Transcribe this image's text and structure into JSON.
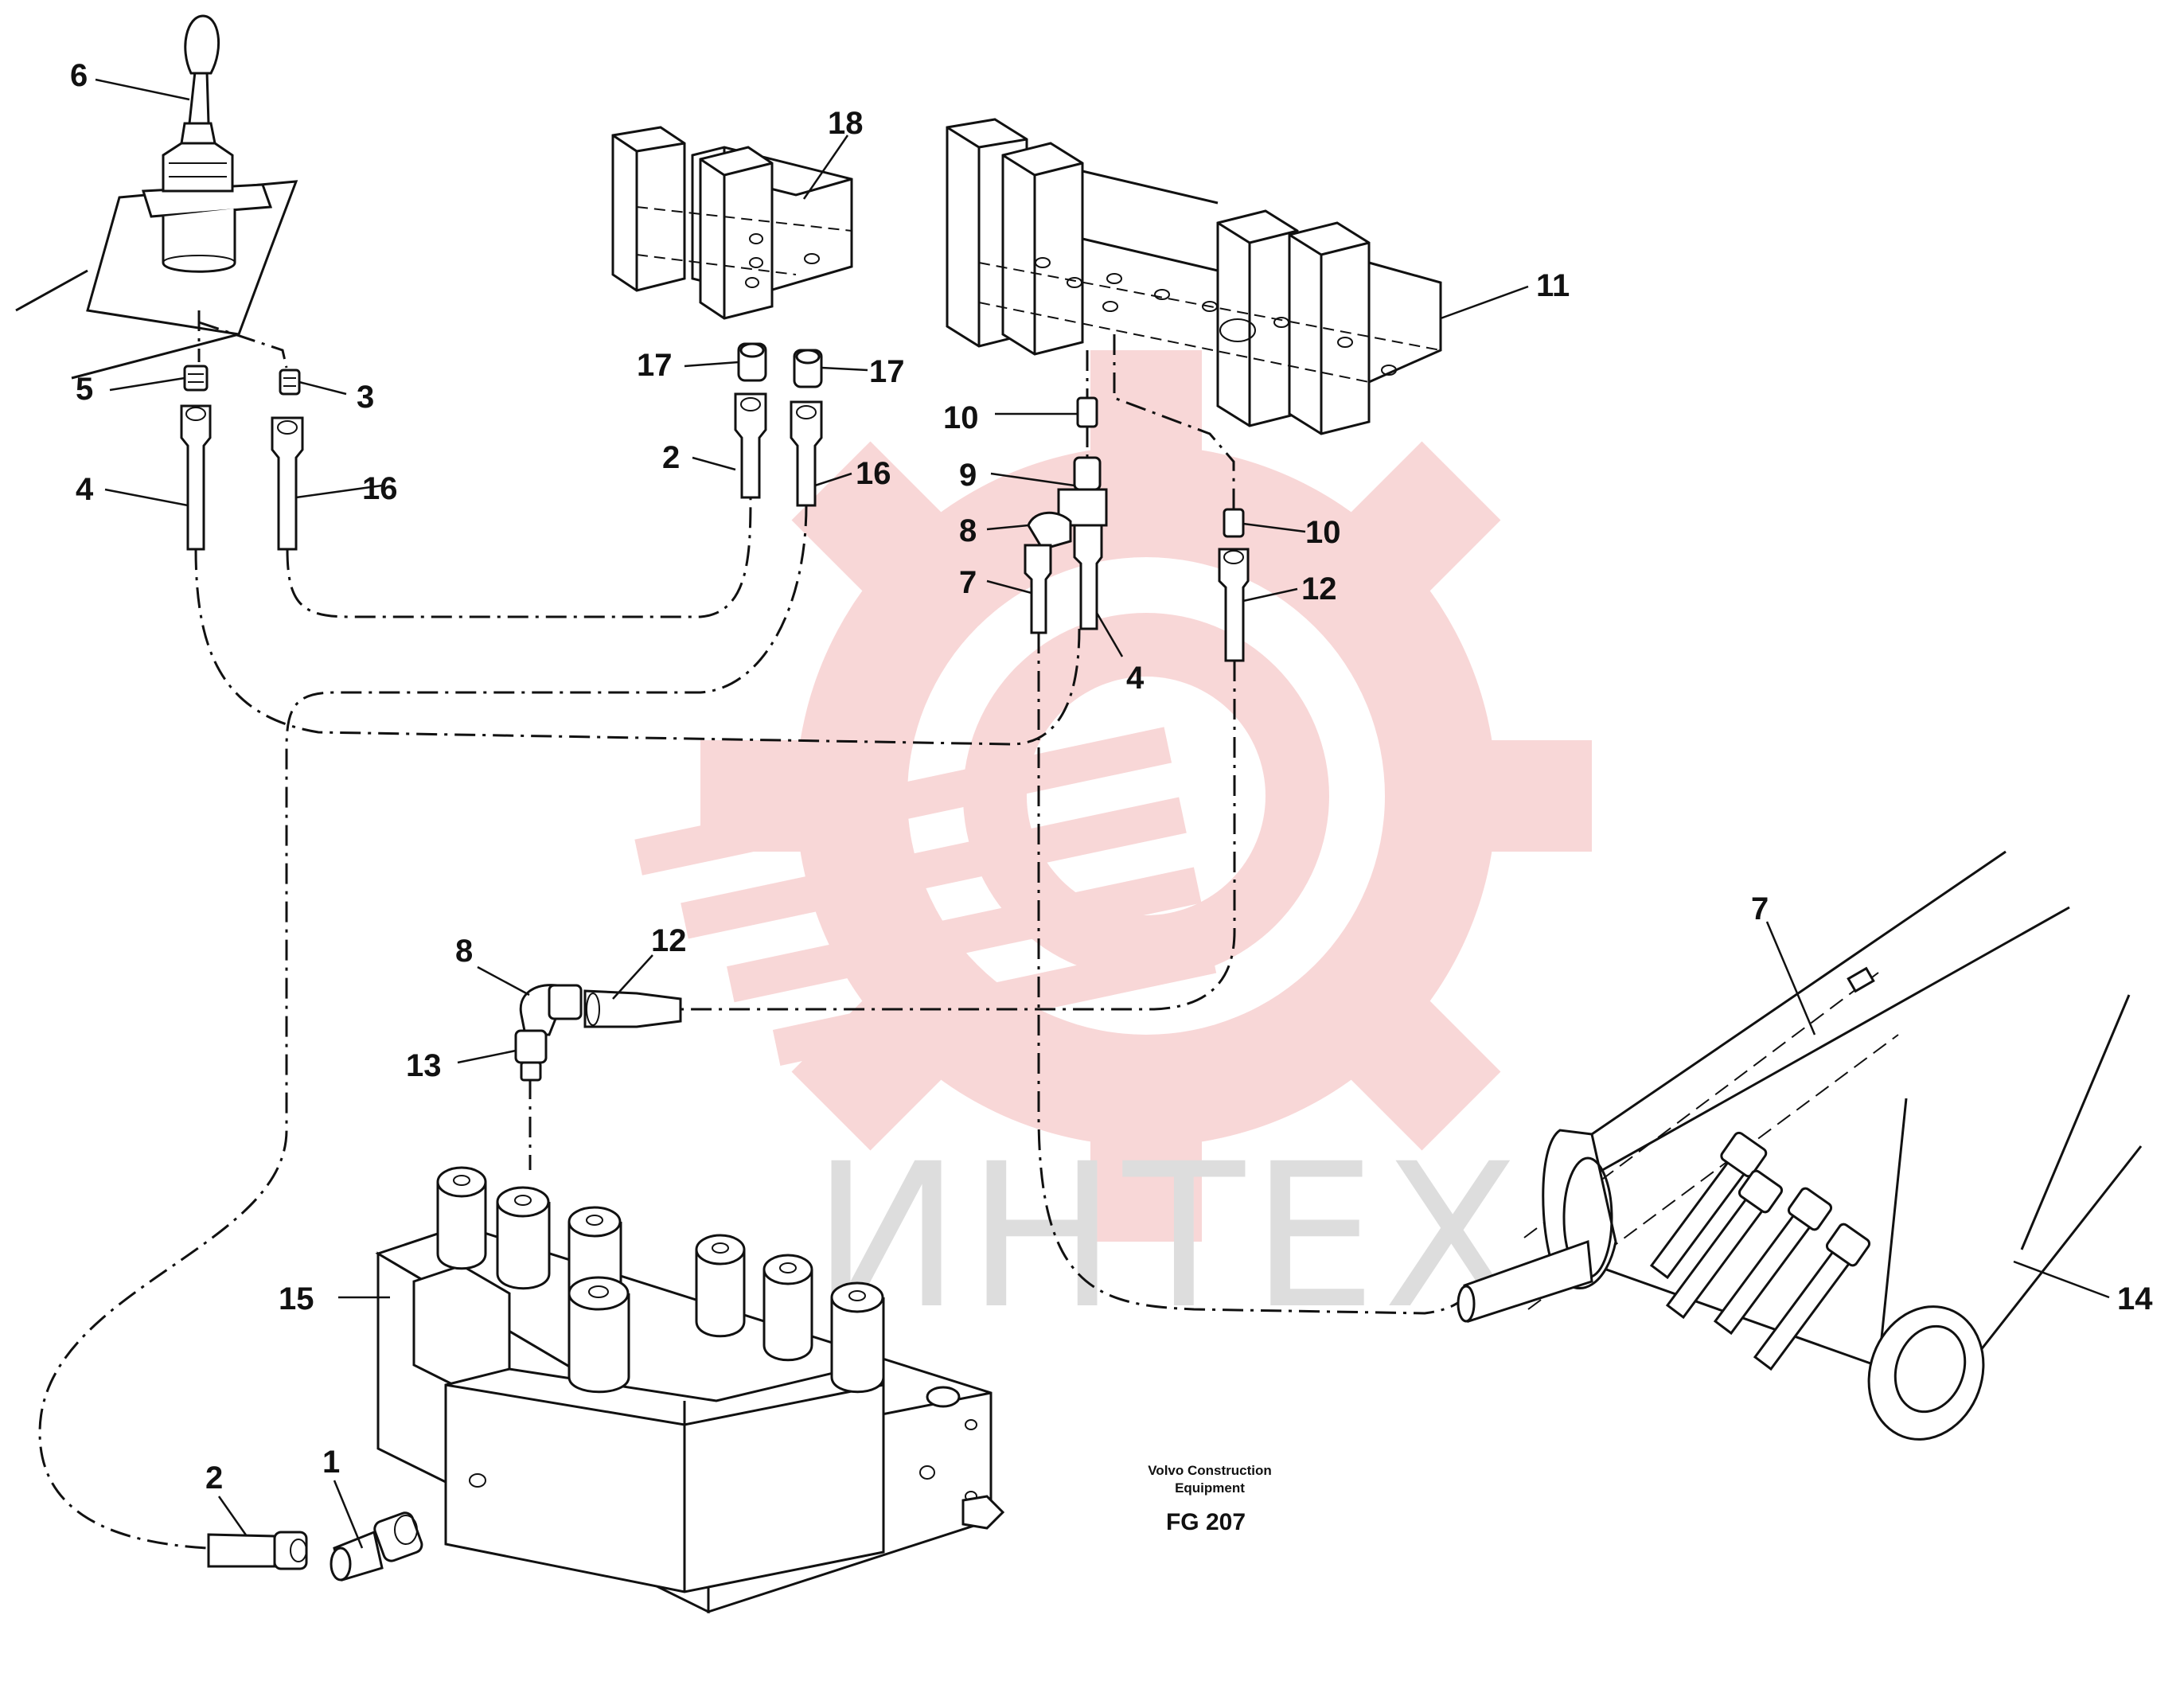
{
  "diagram": {
    "part_labels": {
      "p6": "6",
      "p18": "18",
      "p11": "11",
      "p5": "5",
      "p3": "3",
      "p4a": "4",
      "p16a": "16",
      "p17a": "17",
      "p17b": "17",
      "p2a": "2",
      "p16b": "16",
      "p10a": "10",
      "p9": "9",
      "p8a": "8",
      "p10b": "10",
      "p7a": "7",
      "p12a": "12",
      "p4b": "4",
      "p8b": "8",
      "p12b": "12",
      "p13": "13",
      "p7b": "7",
      "p15": "15",
      "p14": "14",
      "p2b": "2",
      "p1": "1"
    },
    "caption": {
      "line1": "Volvo Construction",
      "line2": "Equipment",
      "code": "FG 207"
    },
    "watermark": {
      "text": "ИНТЕХ",
      "color": "#f4b8b8"
    }
  }
}
